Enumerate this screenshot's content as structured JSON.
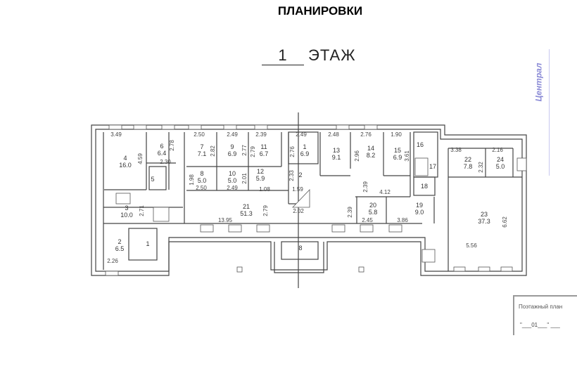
{
  "title": "ПЛАНИРОВКИ",
  "floor": {
    "number": "1",
    "label": "ЭТАЖ"
  },
  "stamp_text": "Централ",
  "title_block": {
    "line1": "Поэтажный план",
    "line2": "\"___01___\" ___"
  },
  "rooms": {
    "r4": {
      "num": "4",
      "area": "16.0"
    },
    "r6": {
      "num": "6",
      "area": "6.4"
    },
    "r5": {
      "num": "5"
    },
    "r3": {
      "num": "3",
      "area": "10.0"
    },
    "r2a": {
      "num": "2",
      "area": "6.5"
    },
    "r1a": {
      "num": "1"
    },
    "r7": {
      "num": "7",
      "area": "7.1"
    },
    "r9": {
      "num": "9",
      "area": "6.9"
    },
    "r11": {
      "num": "11",
      "area": "6.7"
    },
    "r8": {
      "num": "8",
      "area": "5.0"
    },
    "r10": {
      "num": "10",
      "area": "5.0"
    },
    "r12": {
      "num": "12",
      "area": "5.9"
    },
    "r21": {
      "num": "21",
      "area": "51.3"
    },
    "r1": {
      "num": "1",
      "area": "6.9"
    },
    "r2": {
      "num": "2"
    },
    "r8e": {
      "num": "8"
    },
    "r13": {
      "num": "13",
      "area": "9.1"
    },
    "r14": {
      "num": "14",
      "area": "8.2"
    },
    "r15": {
      "num": "15",
      "area": "6.9"
    },
    "r16": {
      "num": "16"
    },
    "r17": {
      "num": "17"
    },
    "r18": {
      "num": "18"
    },
    "r22": {
      "num": "22",
      "area": "7.8"
    },
    "r24": {
      "num": "24",
      "area": "5.0"
    },
    "r20": {
      "num": "20",
      "area": "5.8"
    },
    "r19": {
      "num": "19",
      "area": "9.0"
    },
    "r23": {
      "num": "23",
      "area": "37.3"
    }
  },
  "dims": {
    "d1": "3.49",
    "d2": "4.59",
    "d3": "2.78",
    "d4": "2.30",
    "d5": "2.71",
    "d6": "2.26",
    "d7": "2.50",
    "d8": "2.82",
    "d9": "2.49",
    "d10": "2.77",
    "d11": "2.39",
    "d12": "2.79",
    "d13": "1.98",
    "d14": "2.50",
    "d15": "2.01",
    "d16": "2.49",
    "d17": "1.08",
    "d18": "13.95",
    "d19": "2.79",
    "d20": "2.49",
    "d21": "2.76",
    "d22": "2.33",
    "d23": "1.59",
    "d24": "2.02",
    "d25": "2.48",
    "d26": "2.76",
    "d27": "2.96",
    "d28": "1.90",
    "d29": "3.61",
    "d30": "3.38",
    "d31": "2.32",
    "d32": "2.16",
    "d33": "2.39",
    "d34": "4.12",
    "d35": "2.39",
    "d36": "2.45",
    "d37": "3.86",
    "d38": "6.62",
    "d39": "5.56"
  }
}
